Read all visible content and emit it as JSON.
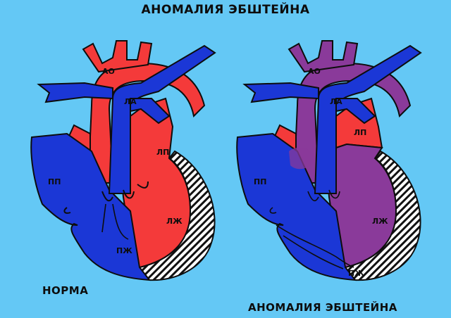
{
  "title": "АНОМАЛИЯ ЭБШТЕЙНА",
  "captions": {
    "normal": "НОРМА",
    "ebstein": "АНОМАЛИЯ ЭБШТЕЙНА"
  },
  "labels": {
    "normal": {
      "aorta": "АО",
      "pulmonary_artery": "ЛА",
      "left_atrium": "ЛП",
      "right_atrium": "ПП",
      "left_ventricle": "ЛЖ",
      "right_ventricle": "ПЖ"
    },
    "ebstein": {
      "aorta": "АО",
      "pulmonary_artery": "ЛА",
      "left_atrium": "ЛП",
      "right_atrium": "ПП",
      "left_ventricle": "ЛЖ",
      "right_ventricle": "ПЖ"
    }
  },
  "colors": {
    "background": "#64c8f5",
    "oxygenated": "#f43a3a",
    "deoxygenated": "#1b37d6",
    "mixed": "#8a3a9a",
    "outline": "#0d0d0d",
    "pericardium": "#ffffff"
  }
}
